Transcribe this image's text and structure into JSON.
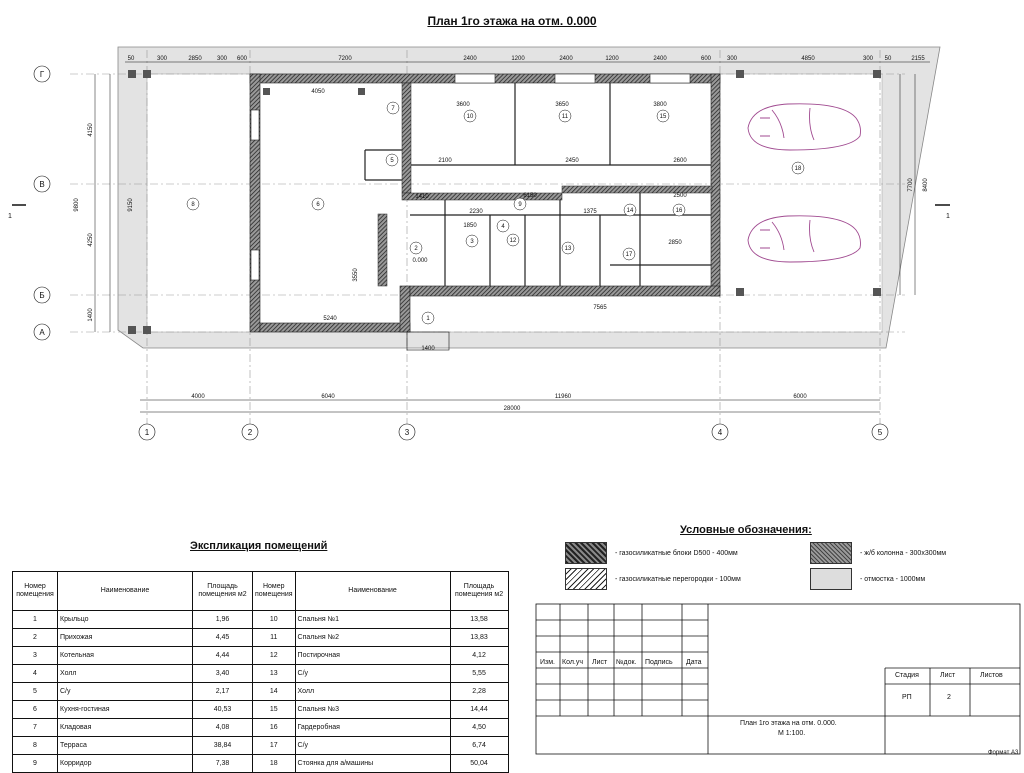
{
  "plan": {
    "title": "План 1го этажа на отм. 0.000",
    "axes_letters": [
      "Г",
      "В",
      "Б",
      "А"
    ],
    "axes_numbers": [
      "1",
      "2",
      "3",
      "4",
      "5"
    ],
    "section_mark": "1",
    "top_dims": [
      "50",
      "300",
      "2850",
      "300",
      "600",
      "7200",
      "2400",
      "1200",
      "2400",
      "1200",
      "2400",
      "600",
      "300",
      "4850",
      "300",
      "50",
      "2155"
    ],
    "bottom_dims": [
      "4000",
      "6040",
      "11960",
      "6000"
    ],
    "total_dim": "28000",
    "left_dims": [
      "4150",
      "4250",
      "1400"
    ],
    "left_total": "9800",
    "left_inner": "9150",
    "right_dims": [
      "7700",
      "8400"
    ],
    "rooms": [
      "1",
      "2",
      "3",
      "4",
      "5",
      "6",
      "7",
      "8",
      "9",
      "10",
      "11",
      "12",
      "13",
      "14",
      "15",
      "16",
      "17",
      "18"
    ],
    "inner_dims": [
      "4050",
      "3600",
      "3650",
      "3800",
      "2100",
      "2450",
      "2600",
      "6150",
      "2230",
      "1375",
      "2500",
      "2850",
      "1410",
      "1850",
      "3550",
      "5240",
      "7565",
      "1400"
    ],
    "level_mark": "0.000"
  },
  "explication": {
    "title": "Экспликация помещений",
    "headers": {
      "num": "Номер помещения",
      "name": "Наименование",
      "area": "Площадь помещения м2"
    },
    "left_rows": [
      {
        "num": "1",
        "name": "Крыльцо",
        "area": "1,96"
      },
      {
        "num": "2",
        "name": "Прихожая",
        "area": "4,45"
      },
      {
        "num": "3",
        "name": "Котельная",
        "area": "4,44"
      },
      {
        "num": "4",
        "name": "Холл",
        "area": "3,40"
      },
      {
        "num": "5",
        "name": "С/у",
        "area": "2,17"
      },
      {
        "num": "6",
        "name": "Кухня-гостиная",
        "area": "40,53"
      },
      {
        "num": "7",
        "name": "Кладовая",
        "area": "4,08"
      },
      {
        "num": "8",
        "name": "Терраса",
        "area": "38,84"
      },
      {
        "num": "9",
        "name": "Корридор",
        "area": "7,38"
      }
    ],
    "right_rows": [
      {
        "num": "10",
        "name": "Спальня №1",
        "area": "13,58"
      },
      {
        "num": "11",
        "name": "Спальня №2",
        "area": "13,83"
      },
      {
        "num": "12",
        "name": "Постирочная",
        "area": "4,12"
      },
      {
        "num": "13",
        "name": "С/у",
        "area": "5,55"
      },
      {
        "num": "14",
        "name": "Холл",
        "area": "2,28"
      },
      {
        "num": "15",
        "name": "Спальня №3",
        "area": "14,44"
      },
      {
        "num": "16",
        "name": "Гардеробная",
        "area": "4,50"
      },
      {
        "num": "17",
        "name": "С/у",
        "area": "6,74"
      },
      {
        "num": "18",
        "name": "Стоянка для а/машины",
        "area": "50,04"
      }
    ]
  },
  "legend": {
    "title": "Условные обозначения:",
    "items": [
      {
        "label": "-  газосиликатные блоки D500  - 400мм"
      },
      {
        "label": "-  газосиликатные перегородки  - 100мм"
      },
      {
        "label": "-  ж/б колонна  - 300х300мм"
      },
      {
        "label": "-  отмостка - 1000мм"
      }
    ]
  },
  "stamp": {
    "cols": [
      "Изм.",
      "Кол.уч",
      "Лист",
      "№док.",
      "Подпись",
      "Дата"
    ],
    "stage_label": "Стадия",
    "sheet_label": "Лист",
    "sheets_label": "Листов",
    "stage": "РП",
    "sheet": "2",
    "doc_title": "План 1го этажа на отм. 0.000.",
    "scale": "М 1:100.",
    "format": "Формат А3"
  }
}
